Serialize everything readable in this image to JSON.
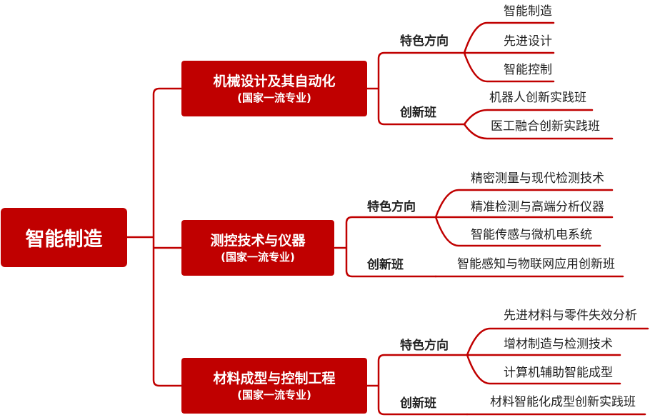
{
  "root": {
    "label": "智能制造"
  },
  "majors": [
    {
      "title": "机械设计及其自动化",
      "subtitle": "(国家一流专业)",
      "groups": [
        {
          "label": "特色方向",
          "items": [
            "智能制造",
            "先进设计",
            "智能控制"
          ]
        },
        {
          "label": "创新班",
          "items": [
            "机器人创新实践班",
            "医工融合创新实践班"
          ]
        }
      ]
    },
    {
      "title": "测控技术与仪器",
      "subtitle": "(国家一流专业)",
      "groups": [
        {
          "label": "特色方向",
          "items": [
            "精密测量与现代检测技术",
            "精准检测与高端分析仪器",
            "智能传感与微机电系统"
          ]
        },
        {
          "label": "创新班",
          "items": [
            "智能感知与物联网应用创新班"
          ]
        }
      ]
    },
    {
      "title": "材料成型与控制工程",
      "subtitle": "(国家一流专业)",
      "groups": [
        {
          "label": "特色方向",
          "items": [
            "先进材料与零件失效分析",
            "增材制造与检测技术",
            "计算机辅助智能成型"
          ]
        },
        {
          "label": "创新班",
          "items": [
            "材料智能化成型创新实践班"
          ]
        }
      ]
    }
  ],
  "colors": {
    "accent": "#c00000",
    "text": "#222222",
    "background": "#ffffff"
  }
}
